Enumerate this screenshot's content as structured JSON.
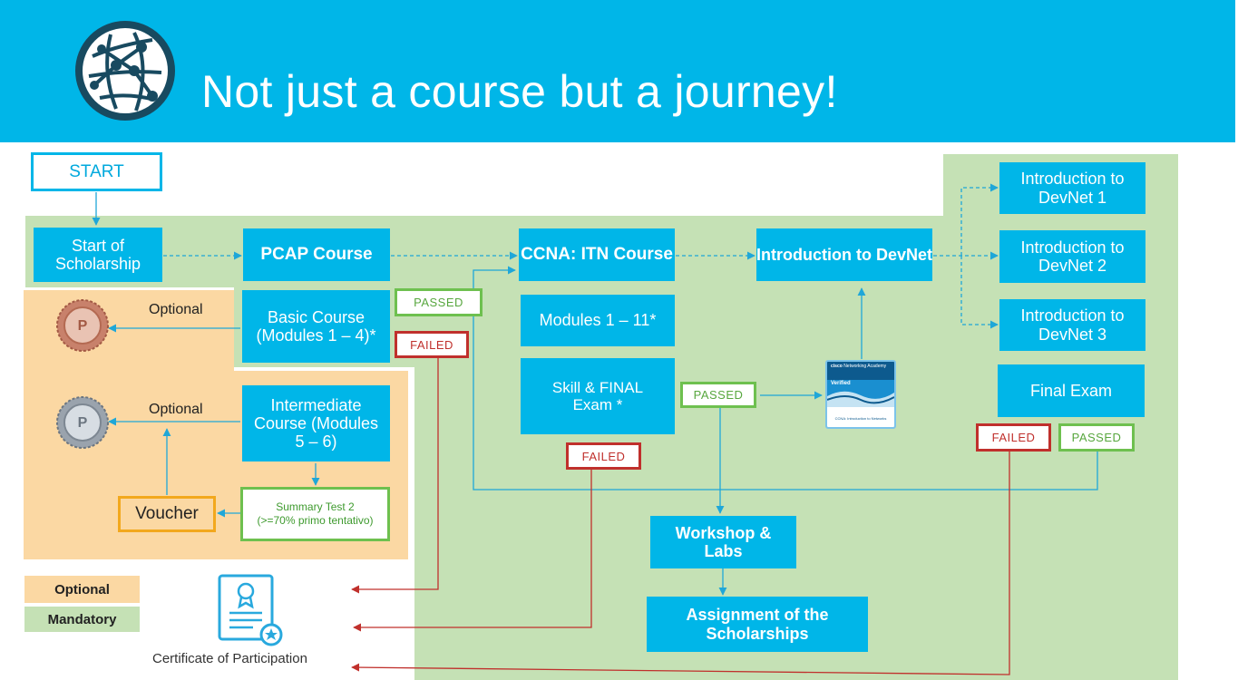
{
  "header": {
    "title": "Not just a course but a journey!",
    "logo_icon": "globe-network-icon"
  },
  "diagram": {
    "start": "START",
    "start_of_scholarship": "Start of Scholarship",
    "pcap_course": "PCAP Course",
    "basic_course": "Basic Course (Modules 1 – 4)*",
    "intermediate_course": "Intermediate Course (Modules 5 – 6)",
    "summary_test": "Summary Test 2 (>=70% primo tentativo)",
    "voucher": "Voucher",
    "optional_1": "Optional",
    "optional_2": "Optional",
    "ccna_itn_course": "CCNA: ITN Course",
    "modules_1_11": "Modules 1 – 11*",
    "skill_final_exam": "Skill & FINAL Exam *",
    "intro_devnet": "Introduction to DevNet",
    "intro_devnet_1": "Introduction to DevNet 1",
    "intro_devnet_2": "Introduction to DevNet 2",
    "intro_devnet_3": "Introduction to DevNet 3",
    "final_exam": "Final Exam",
    "workshop_labs": "Workshop & Labs",
    "assignment_scholarships": "Assignment of the Scholarships",
    "passed": "PASSED",
    "failed": "FAILED",
    "certificate_label": "Certificate of Participation",
    "badge": {
      "networking_academy": "Networking Academy",
      "cisco": "cisco",
      "verified": "Verified",
      "course": "CCNA: Introduction to Networks"
    }
  },
  "legend": {
    "optional": "Optional",
    "mandatory": "Mandatory"
  },
  "colors": {
    "header_blue": "#00b6e8",
    "mandatory_green": "#c5e1b5",
    "optional_orange": "#fbd8a3",
    "passed_green": "#6ec04f",
    "failed_red": "#c0302c",
    "voucher_border": "#f2a81d"
  }
}
